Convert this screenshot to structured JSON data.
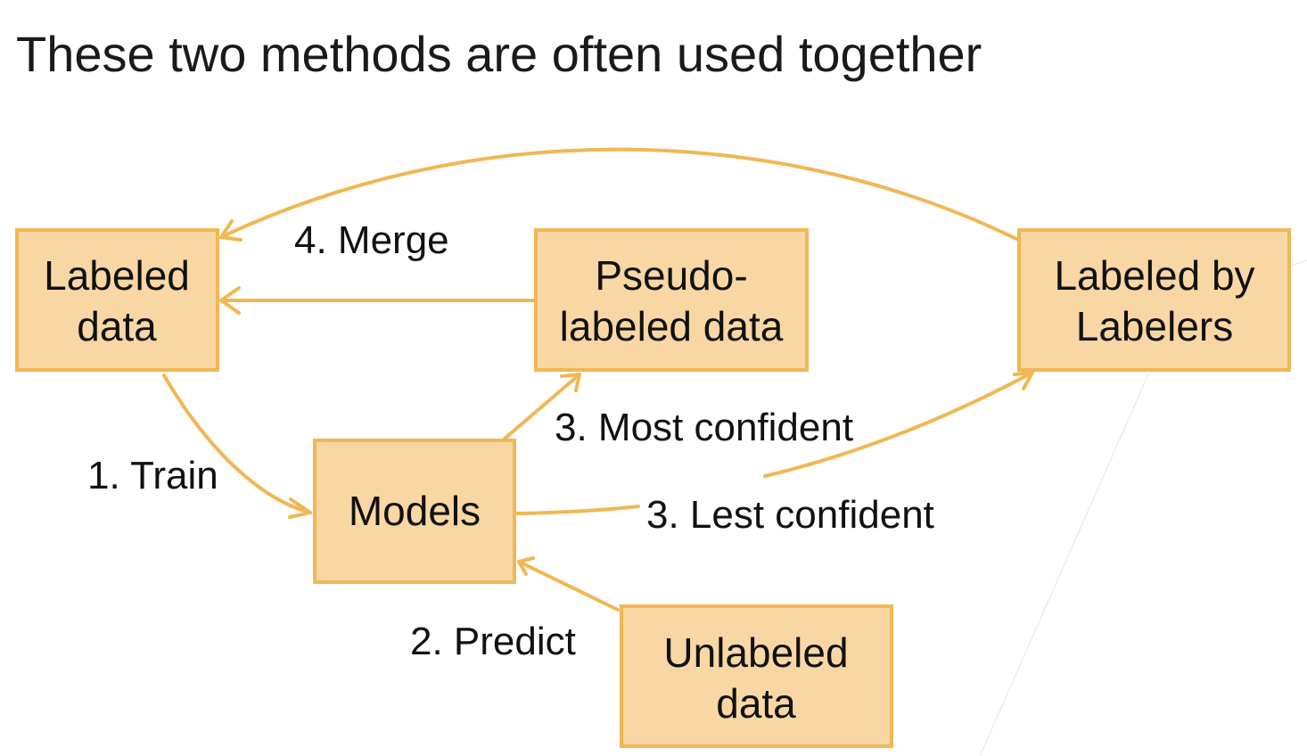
{
  "title": "These two methods are often used together",
  "colors": {
    "node_fill": "#f8d7a4",
    "node_border": "#f0b754",
    "arrow": "#f0b754"
  },
  "nodes": {
    "labeled": [
      "Labeled",
      "data"
    ],
    "pseudo": [
      "Pseudo-",
      "labeled data"
    ],
    "labelers": [
      "Labeled by",
      "Labelers"
    ],
    "models": [
      "Models"
    ],
    "unlabeled": [
      "Unlabeled",
      "data"
    ]
  },
  "edges": {
    "merge": "4. Merge",
    "train": "1. Train",
    "predict": "2. Predict",
    "most_confident": "3. Most confident",
    "least_confident": "3. Lest confident"
  }
}
